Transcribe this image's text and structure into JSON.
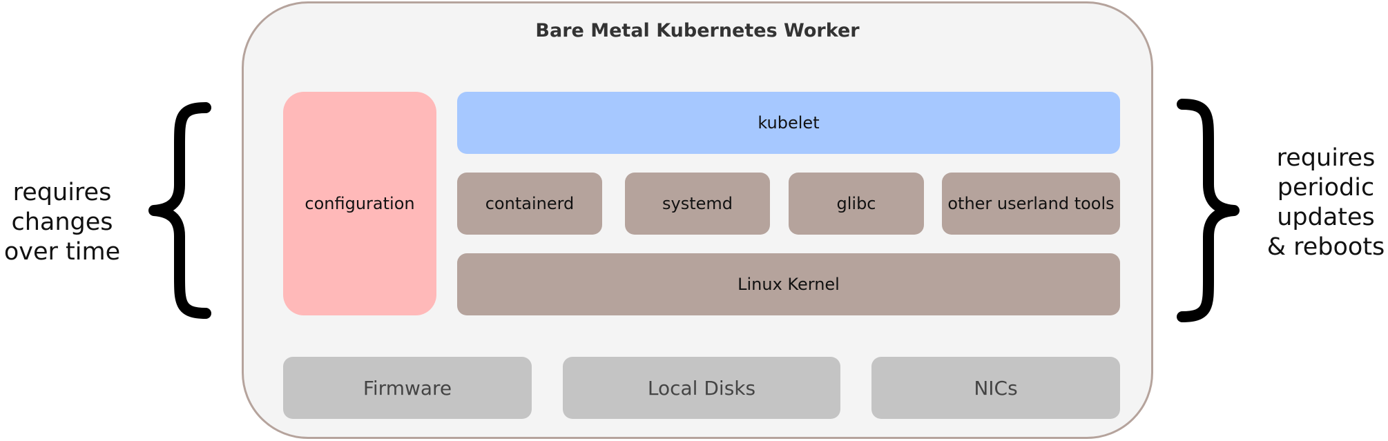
{
  "worker": {
    "title": "Bare Metal Kubernetes Worker",
    "border_color": "#b5a39c",
    "background_color": "#f4f4f4"
  },
  "components": {
    "configuration": {
      "label": "configuration",
      "color": "#ffb9b9"
    },
    "kubelet": {
      "label": "kubelet",
      "color": "#a6c8ff"
    },
    "userland": [
      {
        "label": "containerd"
      },
      {
        "label": "systemd"
      },
      {
        "label": "glibc"
      },
      {
        "label": "other userland tools"
      }
    ],
    "userland_color": "#b5a39c",
    "kernel": {
      "label": "Linux Kernel"
    }
  },
  "hardware": {
    "color": "#c4c4c4",
    "items": [
      {
        "label": "Firmware"
      },
      {
        "label": "Local Disks"
      },
      {
        "label": "NICs"
      }
    ]
  },
  "annotations": {
    "left": {
      "text": "requires\nchanges\nover time"
    },
    "right": {
      "text": "requires\nperiodic\nupdates\n& reboots"
    }
  }
}
